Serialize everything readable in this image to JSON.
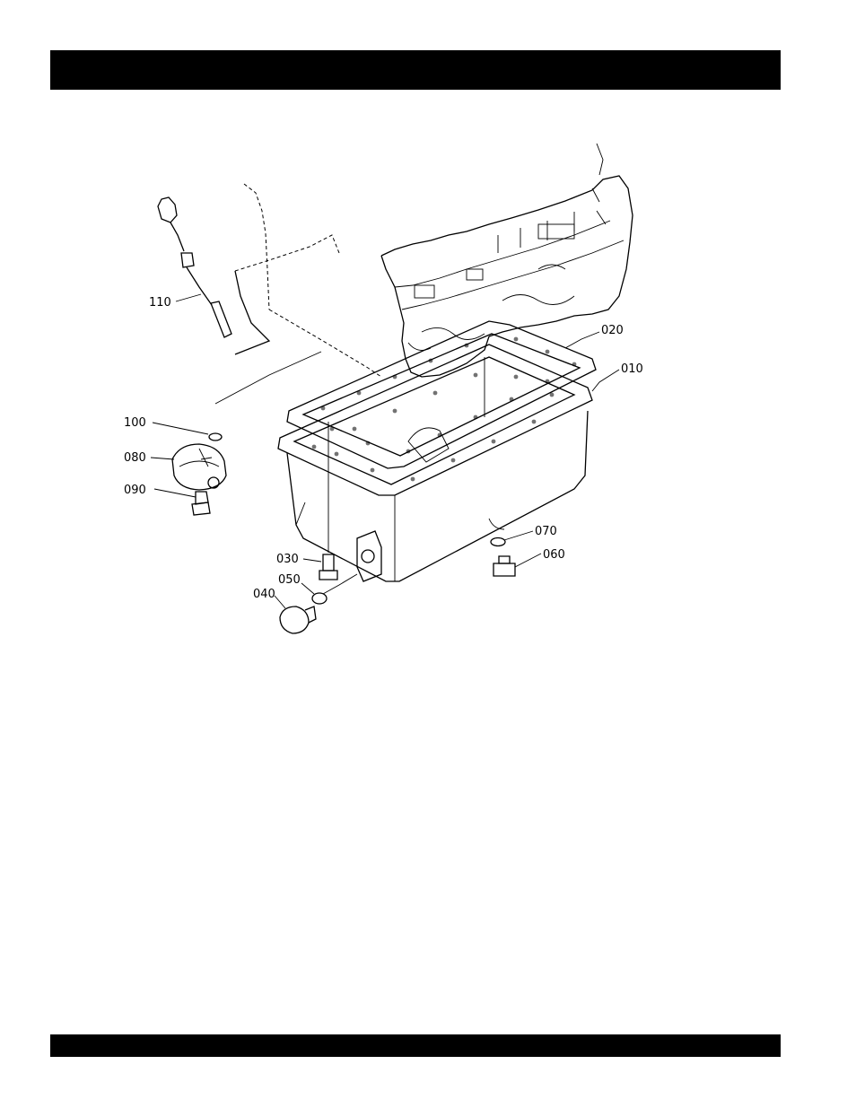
{
  "header_bar": {
    "color": "#000000"
  },
  "footer_bar": {
    "color": "#000000"
  },
  "parts": [
    {
      "id": "010"
    },
    {
      "id": "020"
    },
    {
      "id": "030"
    },
    {
      "id": "040"
    },
    {
      "id": "050"
    },
    {
      "id": "060"
    },
    {
      "id": "070"
    },
    {
      "id": "080"
    },
    {
      "id": "090"
    },
    {
      "id": "100"
    },
    {
      "id": "110"
    }
  ]
}
